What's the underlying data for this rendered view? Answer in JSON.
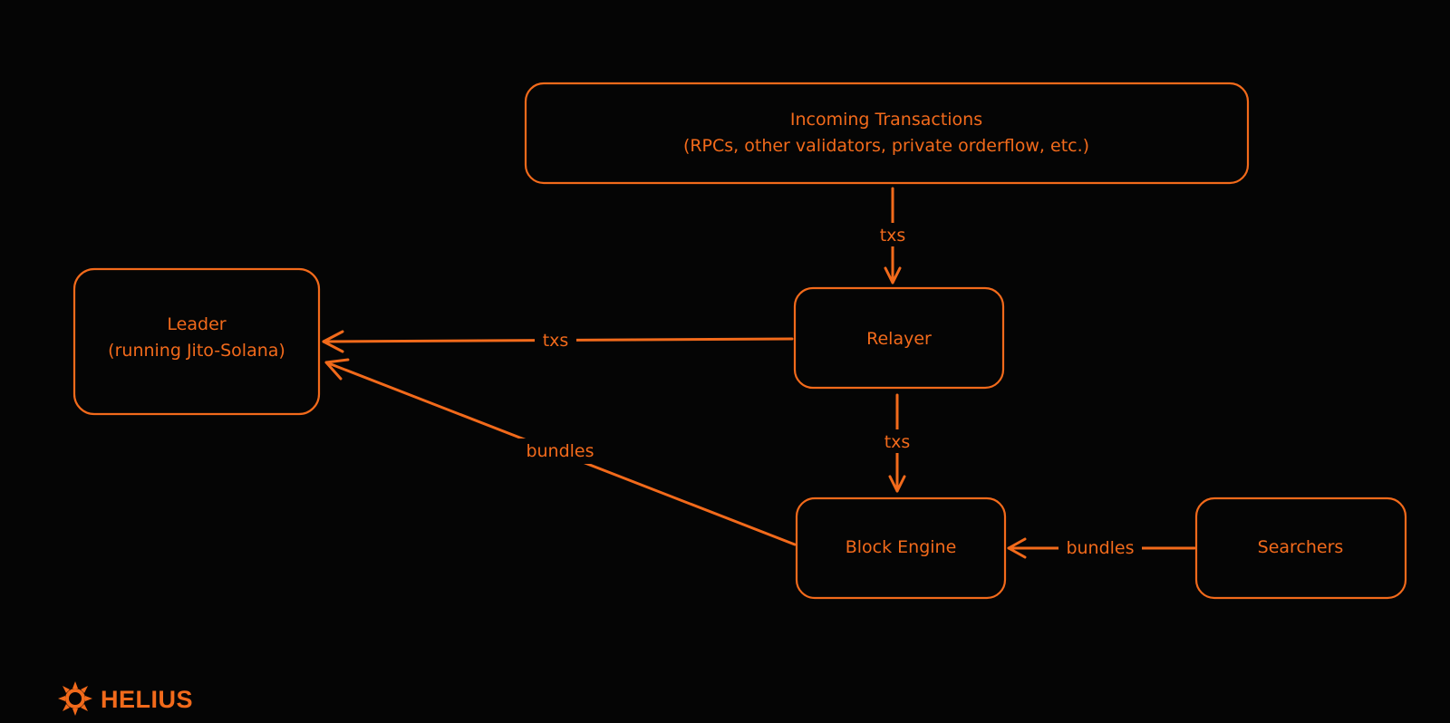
{
  "brand": {
    "logo_icon": "helius-sunburst-icon",
    "name": "HELIUS",
    "accent_color": "#f26a1b",
    "background_color": "#050505"
  },
  "nodes": {
    "incoming": {
      "line1": "Incoming Transactions",
      "line2": "(RPCs, other validators, private orderflow, etc.)"
    },
    "leader": {
      "line1": "Leader",
      "line2": "(running Jito-Solana)"
    },
    "relayer": {
      "line1": "Relayer"
    },
    "block_engine": {
      "line1": "Block Engine"
    },
    "searchers": {
      "line1": "Searchers"
    }
  },
  "edges": {
    "incoming_to_relayer": "txs",
    "relayer_to_leader": "txs",
    "relayer_to_block_engine": "txs",
    "block_engine_to_leader": "bundles",
    "searchers_to_block_engine": "bundles"
  }
}
